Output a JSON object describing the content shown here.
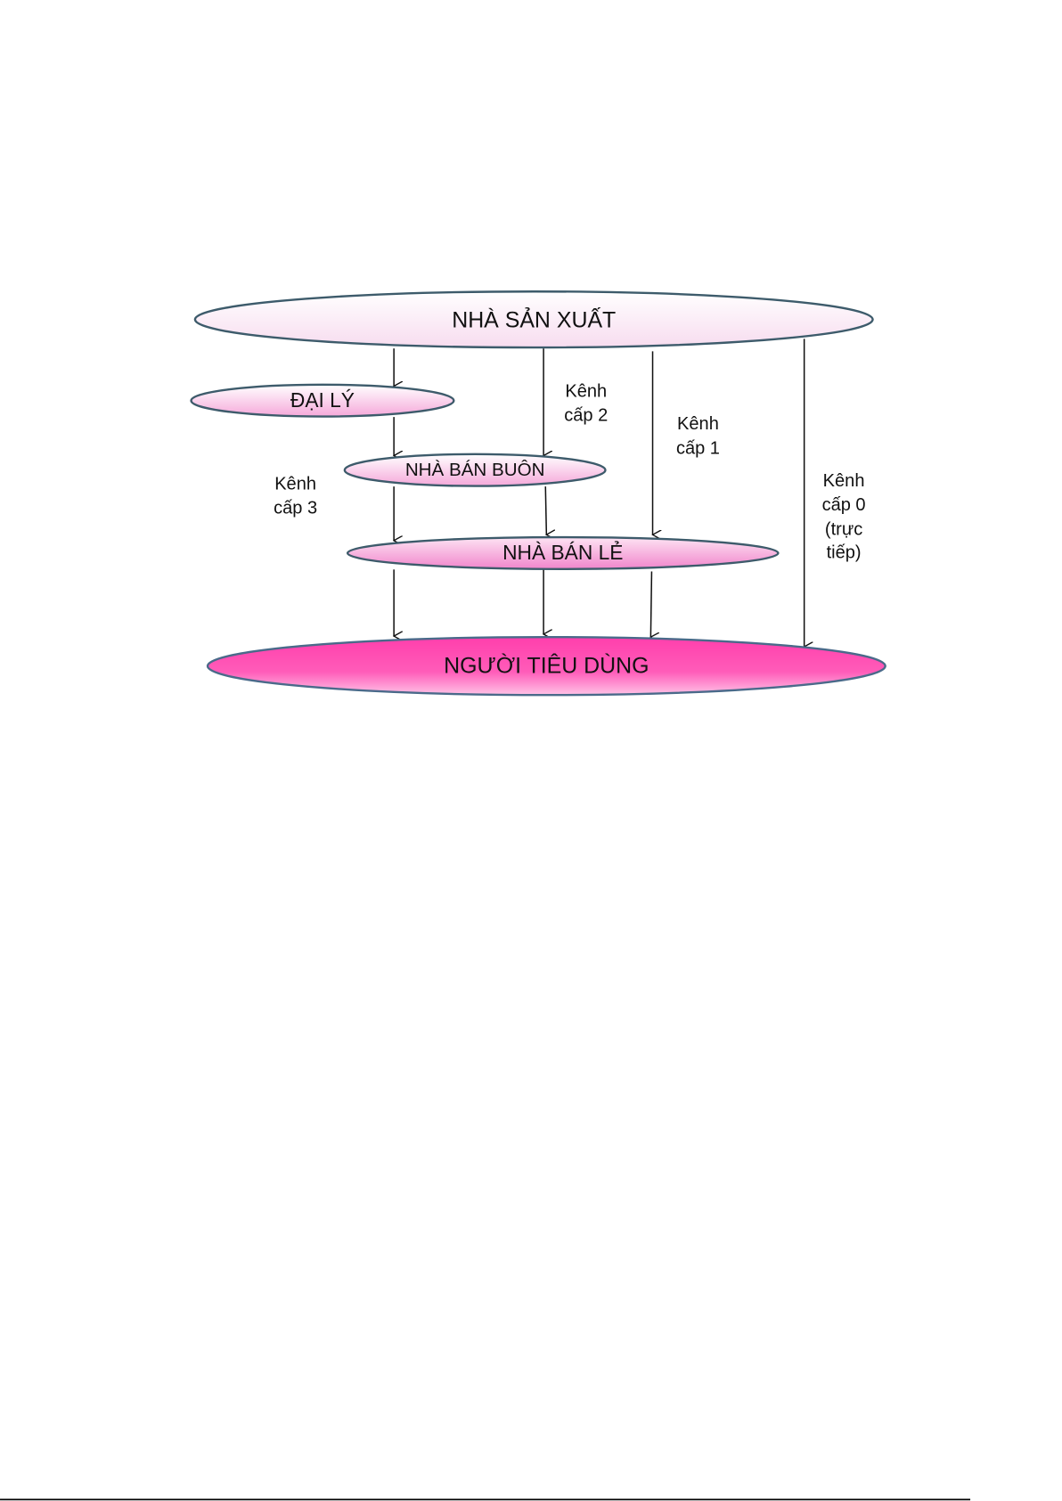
{
  "diagram": {
    "nodes": {
      "producer": "NHÀ SẢN XUẤT",
      "agent": "ĐẠI LÝ",
      "wholesaler": "NHÀ BÁN BUÔN",
      "retailer": "NHÀ BÁN LẺ",
      "consumer": "NGƯỜI TIÊU DÙNG"
    },
    "channels": {
      "level2": [
        "Kênh",
        "cấp 2"
      ],
      "level1": [
        "Kênh",
        "cấp 1"
      ],
      "level3": [
        "Kênh",
        "cấp 3"
      ],
      "level0": [
        "Kênh",
        "cấp 0",
        "(trực",
        "tiếp)"
      ]
    },
    "colors": {
      "outline": "#3d5b6b",
      "light_pink": "#f9c6e6",
      "mid_pink": "#f48fd0",
      "magenta": "#ff4db3"
    }
  }
}
